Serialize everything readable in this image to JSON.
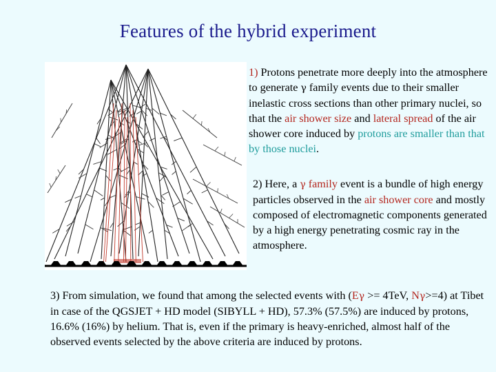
{
  "title": "Features of the hybrid experiment",
  "p1": {
    "num": "1)",
    "s1": " Protons penetrate more deeply into the atmosphere to generate ",
    "gamma": "γ",
    "s2": " family events due to their smaller inelastic cross sections than other primary nuclei, so that the ",
    "h1": "air shower size",
    "s3": " and ",
    "h2": "lateral spread",
    "s4": " of the air shower core induced by ",
    "h3": "protons are smaller than that by those nuclei",
    "s5": "."
  },
  "p2": {
    "num": "2)",
    "s1": " Here, a ",
    "gamma": "γ",
    "h1": " family",
    "s2": " event is a bundle of high energy particles observed in the ",
    "h2": "air shower core",
    "s3": " and mostly composed of electromagnetic components generated by a high energy penetrating cosmic ray in the atmosphere."
  },
  "p3": {
    "s1": "3) From simulation, we found that among the selected events with (",
    "h1a": "E",
    "h1g": "γ",
    "s2": " >= 4TeV, ",
    "h2a": "N",
    "h2g": "γ",
    "s3": ">=4) at Tibet in case of the QGSJET + HD model (SIBYLL + HD), 57.3% (57.5%) are induced by protons, 16.6% (16%) by helium. That is, even if the primary is heavy-enriched, almost half of the observed events selected by the above criteria are induced by protons."
  },
  "colors": {
    "title": "#1a1a8c",
    "highlight_red": "#b3261e",
    "highlight_teal": "#1f9c9c",
    "background": "#ecfbfe"
  }
}
